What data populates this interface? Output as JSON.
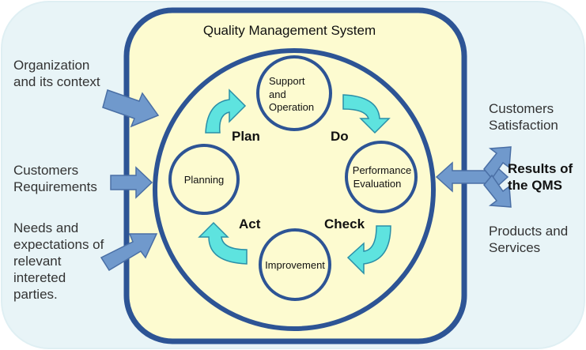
{
  "title": "Quality Management System",
  "inputs": {
    "organization": [
      "Organization",
      "and its context"
    ],
    "requirements": [
      "Customers",
      "Requirements"
    ],
    "needs": [
      "Needs and",
      "expectations of",
      "relevant",
      "intereted",
      "parties."
    ]
  },
  "outputs": {
    "satisfaction": [
      "Customers",
      "Satisfaction"
    ],
    "results": [
      "Results of",
      "the QMS"
    ],
    "products": [
      "Products and",
      "Services"
    ]
  },
  "processes": {
    "support": [
      "Support",
      "and",
      "Operation"
    ],
    "planning": [
      "Planning"
    ],
    "performance": [
      "Performance",
      "Evaluation"
    ],
    "improvement": [
      "Improvement"
    ]
  },
  "pdca": {
    "plan": "Plan",
    "do": "Do",
    "check": "Check",
    "act": "Act"
  },
  "colors": {
    "panel_bg": "#fdfbd0",
    "panel_border": "#2d5495",
    "outer_bg": "#e8f4f7",
    "arrow_fill": "#7099cc",
    "arrow_stroke": "#4a6fa5",
    "cycle_arrow": "#5ee3df",
    "cycle_stroke": "#2a8fa8",
    "text": "#333333"
  }
}
